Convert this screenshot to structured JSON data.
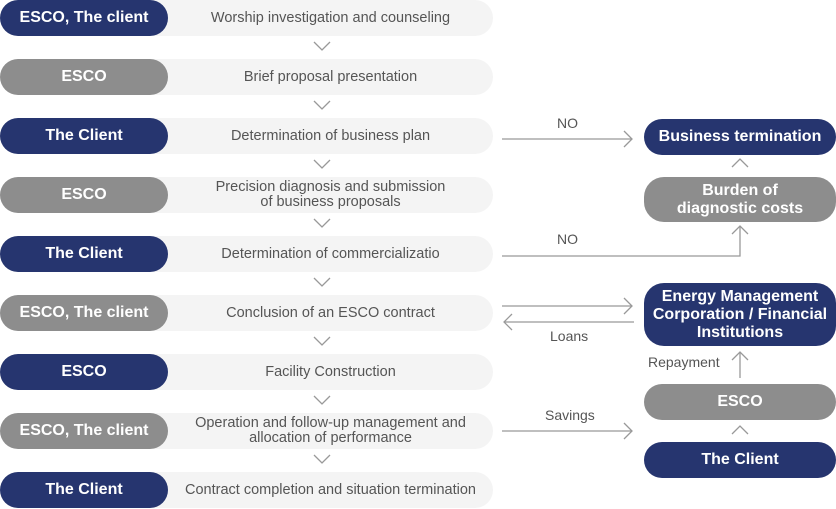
{
  "process_steps": [
    {
      "actor": "ESCO, The client",
      "description": "Worship investigation and counseling"
    },
    {
      "actor": "ESCO",
      "description": "Brief proposal presentation"
    },
    {
      "actor": "The Client",
      "description": "Determination of business plan"
    },
    {
      "actor": "ESCO",
      "description": "Precision diagnosis and submission of business proposals"
    },
    {
      "actor": "The Client",
      "description": "Determination of commercializatio"
    },
    {
      "actor": "ESCO, The client",
      "description": "Conclusion of an ESCO contract"
    },
    {
      "actor": "ESCO",
      "description": "Facility Construction"
    },
    {
      "actor": "ESCO, The client",
      "description": "Operation and follow-up management and allocation of performance"
    },
    {
      "actor": "The Client",
      "description": "Contract completion and situation termination"
    }
  ],
  "side_nodes": {
    "business_termination": "Business termination",
    "burden_of_costs": "Burden of diagnostic costs",
    "energy_management": "Energy Management Corporation / Financial Institutions",
    "esco": "ESCO",
    "the_client": "The Client"
  },
  "connector_labels": {
    "no_1": "NO",
    "no_2": "NO",
    "loans": "Loans",
    "repayment": "Repayment",
    "savings": "Savings"
  },
  "colors": {
    "navy": "#26356f",
    "gray": "#8d8d8d",
    "bar": "#f4f4f4",
    "line": "#999999"
  }
}
